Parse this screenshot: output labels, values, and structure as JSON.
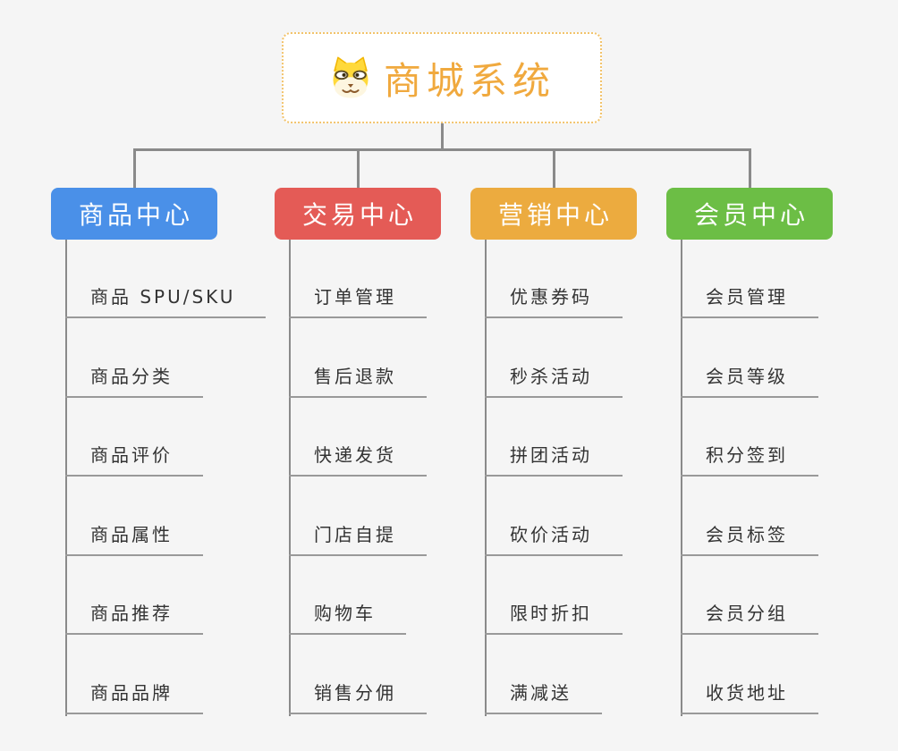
{
  "root": {
    "title": "商城系统",
    "icon": "dog-face-icon"
  },
  "colors": {
    "background": "#f5f5f5",
    "connector": "#8a8a8a",
    "leaf_line": "#999999",
    "root_text": "#f0a93e",
    "root_border": "#f2c36b"
  },
  "branches": [
    {
      "label": "商品中心",
      "color": "#4a90e8",
      "items": [
        "商品 SPU/SKU",
        "商品分类",
        "商品评价",
        "商品属性",
        "商品推荐",
        "商品品牌"
      ]
    },
    {
      "label": "交易中心",
      "color": "#e45b56",
      "items": [
        "订单管理",
        "售后退款",
        "快递发货",
        "门店自提",
        "购物车",
        "销售分佣"
      ]
    },
    {
      "label": "营销中心",
      "color": "#ecab3f",
      "items": [
        "优惠券码",
        "秒杀活动",
        "拼团活动",
        "砍价活动",
        "限时折扣",
        "满减送"
      ]
    },
    {
      "label": "会员中心",
      "color": "#6cbe45",
      "items": [
        "会员管理",
        "会员等级",
        "积分签到",
        "会员标签",
        "会员分组",
        "收货地址"
      ]
    }
  ]
}
